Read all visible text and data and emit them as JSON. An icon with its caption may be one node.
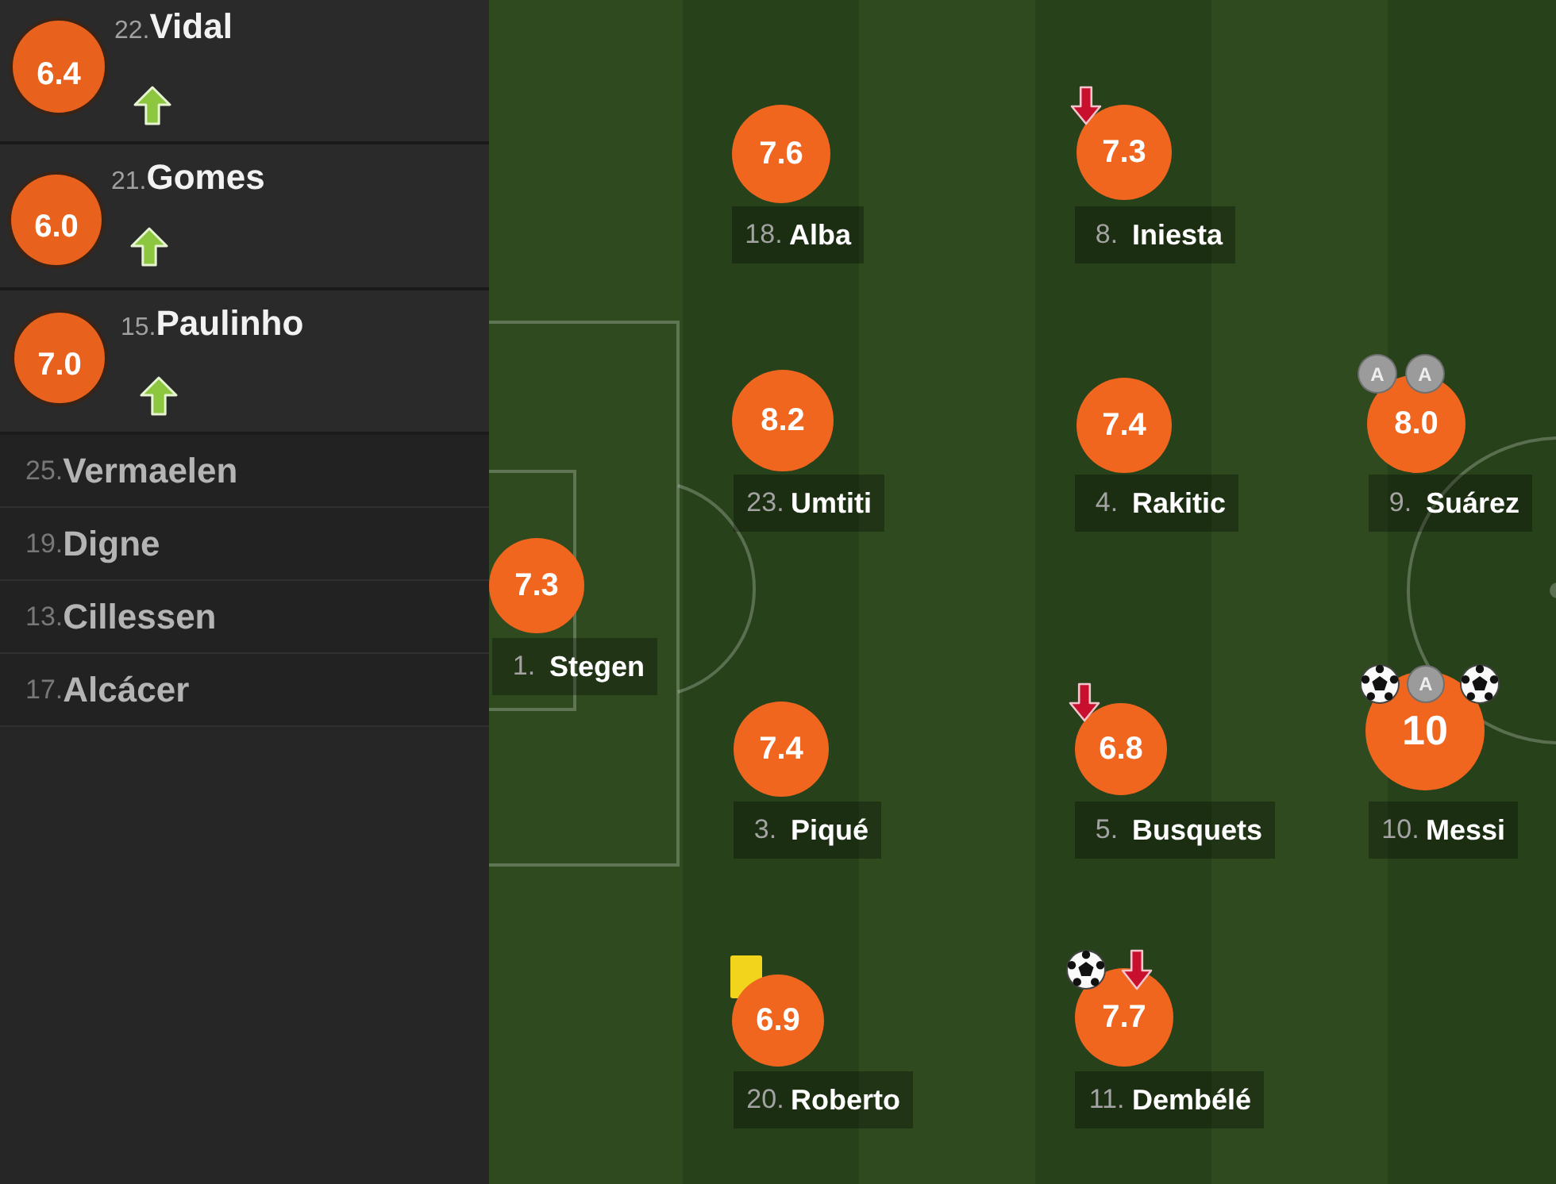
{
  "diagram": {
    "nodes": [
      {
        "text": [
          "22.",
          "Vidal"
        ]
      },
      {
        "text": [
          "6.4"
        ],
        "in": 0
      },
      {
        "text": [
          "21.",
          "Gomes"
        ]
      },
      {
        "text": [
          "6.0"
        ],
        "in": 2
      },
      {
        "text": [
          "15.",
          "Paulinho"
        ]
      },
      {
        "text": [
          "7.0"
        ],
        "in": 4
      },
      {
        "text": [
          "25.",
          "Vermaelen"
        ]
      },
      {
        "text": [
          "19.",
          "Digne"
        ]
      },
      {
        "text": [
          "13.",
          "Cillessen"
        ]
      },
      {
        "text": [
          "17.",
          "Alcácer"
        ]
      },
      {
        "text": [
          "7.3"
        ]
      },
      {
        "text": [
          "1.",
          "Stegen"
        ]
      },
      {
        "text": [
          "7.6"
        ]
      },
      {
        "text": [
          "18.",
          "Alba"
        ]
      },
      {
        "text": [
          "8.2"
        ]
      },
      {
        "text": [
          "23.",
          "Umtiti"
        ]
      },
      {
        "text": [
          "7.4"
        ]
      },
      {
        "text": [
          "3.",
          "Piqué"
        ]
      },
      {
        "text": [
          "6.9"
        ]
      },
      {
        "text": [
          "20.",
          "Roberto"
        ]
      },
      {
        "text": [
          "7.3"
        ]
      },
      {
        "text": [
          "8.",
          "Iniesta"
        ]
      },
      {
        "text": [
          "7.4"
        ]
      },
      {
        "text": [
          "4.",
          "Rakitic"
        ]
      },
      {
        "text": [
          "6.8"
        ]
      },
      {
        "text": [
          "5.",
          "Busquets"
        ]
      },
      {
        "text": [
          "7.7"
        ]
      },
      {
        "text": [
          "11.",
          "Dembélé"
        ]
      },
      {
        "text": [
          "A"
        ]
      },
      {
        "text": [
          "A"
        ]
      },
      {
        "text": [
          "8.0"
        ]
      },
      {
        "text": [
          "9.",
          "Suárez"
        ]
      },
      {
        "text": [
          "A"
        ]
      },
      {
        "text": [
          "10"
        ]
      },
      {
        "text": [
          "10.",
          "Messi"
        ]
      }
    ]
  }
}
